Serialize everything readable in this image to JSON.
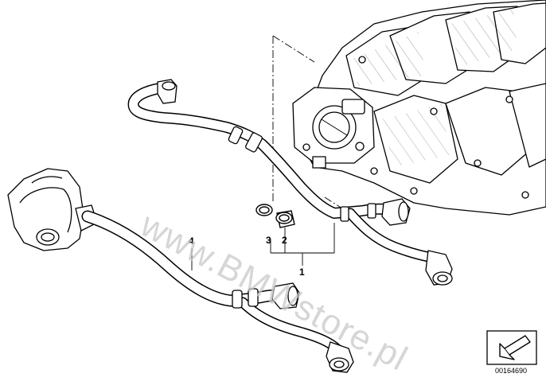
{
  "callouts": {
    "part_1": "1",
    "part_2": "2",
    "part_3": "3",
    "part_4": "4"
  },
  "watermark": "www.BMWstore.pl",
  "diagram_id": "00164690",
  "icons": {
    "direction": "arrow-down-left-icon"
  }
}
